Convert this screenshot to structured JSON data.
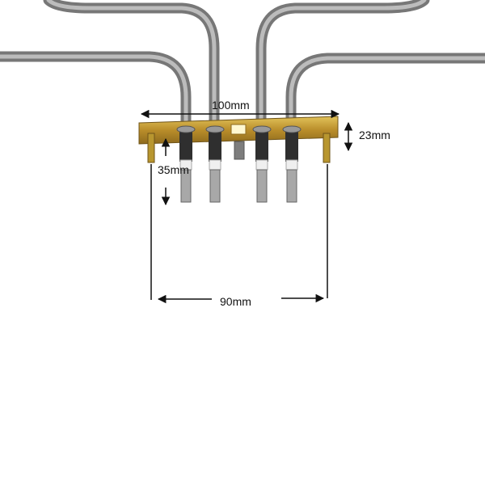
{
  "product": {
    "kind": "oven heating element with terminal bracket",
    "element_color": "#8a8a8a",
    "bracket_color": "#c9a33a"
  },
  "dimensions": {
    "width_top": "100mm",
    "bracket_height": "23mm",
    "pin_length": "35mm",
    "width_bottom": "90mm"
  },
  "annotation_color": "#111111"
}
